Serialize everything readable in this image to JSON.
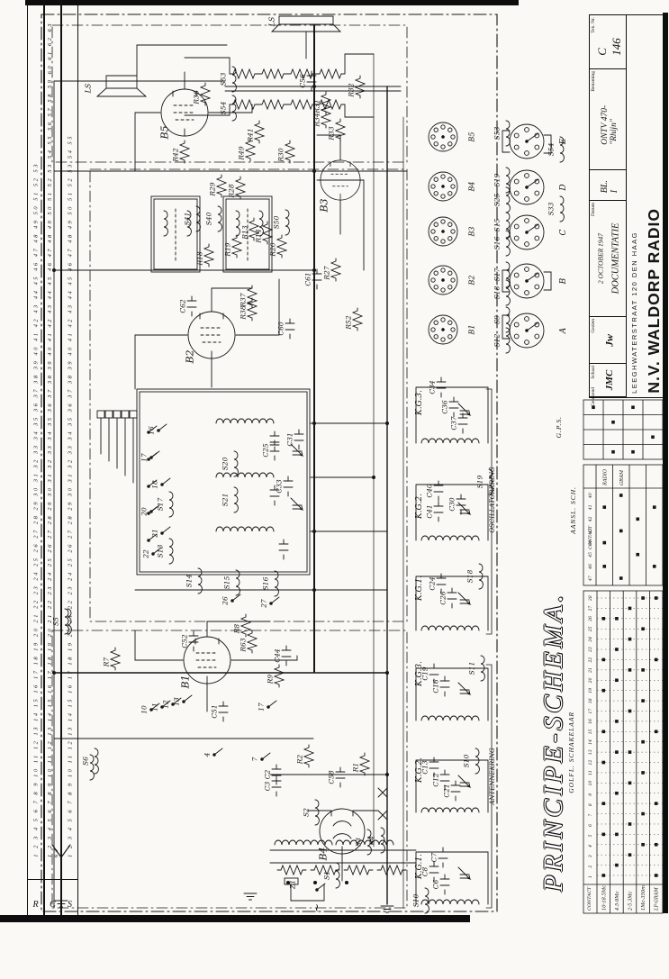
{
  "titleblock": {
    "company": "N.V. WALDORP RADIO",
    "address": "LEEGHWATERSTRAAT 120  DEN HAAG",
    "teknr_label": "Tek. Nr.",
    "teknr_value": "C 146",
    "benaming_label": "Benaming",
    "benaming_value": "ONTV 470-\"Rhijn\"",
    "blad": "BL. I",
    "datum_label": "Datum",
    "datum_value": "2 OCTOBER 1947",
    "doc_type": "DOCUMENTATIE",
    "gezien_label": "Gezien",
    "gezien_value": "Jw",
    "getekend_label": "Getekend",
    "getekend_value": "JMC",
    "schaal_label": "Schaal"
  },
  "drawing_title": "PRINCIPE-SCHEMA.",
  "sections": {
    "oscillator": "OSCILLATORKRING",
    "antenna": "ANTENNEKRING"
  },
  "index_strip": {
    "rows": [
      [
        "R",
        "1 2 3  4  5 6 7  8 9  10 11  12 13 14  15 16 17  18 19 20 21 22  23 24 25 26 27  28 29 30 31 32 33  34 35 36  37 38 39 40  41 42  43 44 45  46 47 48  49 50 51 52 53"
      ],
      [
        "C",
        "1 2 3 4 5  6 7 8 9 10 11  12 13 14  15 16 17 18  19 20 21 22 23 24  25 26 27 28 29 30 31 32 33  34 35 36 37 38 39 40  41 42 43 44 45 46  47 48 49 50 51 52 53  54 55 56 57 58  59 60 61 62 63 64"
      ],
      [
        "S",
        "1 2 3 4 5  6 7 8  9 10 11 12  13 14 15 16 17  18 19 20 21  22 23 24 25  26 27 28 29 30  31 32 33  34 35 36 37 38  39 40 41 42  43 44 45 46 47 48 49 50  51 52 53 54 55"
      ]
    ]
  },
  "tables": {
    "gps": {
      "title": "G.P.S.",
      "cols": 4,
      "rows": 4,
      "dots": [
        [
          1,
          1
        ],
        [
          2,
          2
        ],
        [
          3,
          1
        ],
        [
          2,
          4
        ],
        [
          4,
          3
        ],
        [
          3,
          4
        ]
      ]
    },
    "aansl": {
      "title": "AANSL. SCH.",
      "contact": "CONTACT",
      "n_contacts": 8,
      "cols": [
        [
          "RADIO",
          [
            2,
            5,
            7
          ]
        ],
        [
          "GRAM",
          [
            1,
            4,
            8
          ]
        ],
        [
          "",
          [
            3,
            6
          ]
        ],
        [
          "",
          [
            2,
            7
          ]
        ]
      ]
    },
    "golf": {
      "title": "GOLFL. SCHAKELAAR",
      "contact": "CONTACT",
      "n_contacts": 28,
      "bands": [
        [
          "10-18.5Mc",
          [
            1,
            5,
            8,
            12,
            15,
            19,
            22,
            26
          ]
        ],
        [
          "4.5-9Mc",
          [
            2,
            5,
            9,
            13,
            16,
            20,
            23,
            26
          ]
        ],
        [
          "2-5.3Mc",
          [
            3,
            6,
            10,
            13,
            17,
            21,
            24,
            27
          ]
        ],
        [
          "1Mc-350m",
          [
            4,
            7,
            11,
            14,
            18,
            21,
            25,
            28
          ]
        ],
        [
          "LF-GRAM",
          [
            1,
            4,
            8,
            15,
            22,
            28
          ]
        ]
      ]
    }
  },
  "labels": [
    [
      "B5",
      183,
      147,
      11
    ],
    [
      "B3",
      360,
      228,
      11
    ],
    [
      "B2",
      211,
      396,
      11
    ],
    [
      "B1",
      206,
      757,
      11
    ],
    [
      "B4",
      359,
      948,
      11
    ],
    [
      "LS",
      98,
      98,
      8
    ],
    [
      "LS",
      302,
      24,
      8
    ],
    [
      "S53",
      248,
      88
    ],
    [
      "S54",
      248,
      120
    ],
    [
      "C56",
      336,
      90
    ],
    [
      "R36",
      218,
      108
    ],
    [
      "R41",
      278,
      150
    ],
    [
      "R49",
      268,
      170
    ],
    [
      "R42",
      195,
      172
    ],
    [
      "R30",
      312,
      172
    ],
    [
      "R34",
      352,
      133
    ],
    [
      "R33",
      368,
      148
    ],
    [
      "R32",
      390,
      100
    ],
    [
      "R31",
      352,
      118
    ],
    [
      "R27",
      363,
      303
    ],
    [
      "R28",
      257,
      212
    ],
    [
      "R29",
      236,
      210
    ],
    [
      "R13",
      272,
      258
    ],
    [
      "R14",
      287,
      262
    ],
    [
      "R19",
      253,
      277
    ],
    [
      "R20",
      303,
      277
    ],
    [
      "R18",
      222,
      287
    ],
    [
      "C61",
      342,
      310
    ],
    [
      "C62",
      203,
      340
    ],
    [
      "R37",
      270,
      333
    ],
    [
      "R38",
      270,
      347
    ],
    [
      "C60",
      312,
      365
    ],
    [
      "R52",
      387,
      358
    ],
    [
      "S50",
      307,
      247
    ],
    [
      "S41",
      208,
      243
    ],
    [
      "S40",
      232,
      243
    ],
    [
      "16",
      168,
      478
    ],
    [
      "17",
      160,
      508
    ],
    [
      "18",
      172,
      538
    ],
    [
      "20",
      160,
      568
    ],
    [
      "21",
      172,
      592
    ],
    [
      "22",
      162,
      615
    ],
    [
      "S13",
      178,
      612
    ],
    [
      "S17",
      178,
      560
    ],
    [
      "S20",
      250,
      515
    ],
    [
      "S21",
      250,
      555
    ],
    [
      "C25",
      295,
      500
    ],
    [
      "C31",
      322,
      488
    ],
    [
      "C33",
      310,
      540
    ],
    [
      "S14",
      210,
      645
    ],
    [
      "S15",
      252,
      647
    ],
    [
      "S16",
      295,
      648
    ],
    [
      "26",
      250,
      667
    ],
    [
      "27",
      293,
      670
    ],
    [
      "R7",
      118,
      735
    ],
    [
      "R8",
      263,
      698
    ],
    [
      "R63",
      270,
      716
    ],
    [
      "C44",
      308,
      728
    ],
    [
      "R9",
      300,
      754
    ],
    [
      "C51",
      238,
      790
    ],
    [
      "C52",
      205,
      712
    ],
    [
      "10",
      160,
      788
    ],
    [
      "11",
      172,
      785
    ],
    [
      "12",
      184,
      782
    ],
    [
      "13",
      196,
      779
    ],
    [
      "17",
      290,
      785
    ],
    [
      "4",
      230,
      838
    ],
    [
      "7",
      283,
      843
    ],
    [
      "S5",
      62,
      690
    ],
    [
      "S6",
      95,
      845
    ],
    [
      "R2",
      333,
      843
    ],
    [
      "R1",
      395,
      852
    ],
    [
      "C2",
      297,
      860
    ],
    [
      "C3",
      297,
      873
    ],
    [
      "C58",
      368,
      863
    ],
    [
      "S2",
      340,
      902
    ],
    [
      "S3",
      398,
      935
    ],
    [
      "S4",
      413,
      933
    ],
    [
      "S1",
      363,
      972
    ],
    [
      "Z1",
      325,
      982
    ],
    [
      "~",
      352,
      1008,
      12
    ],
    [
      "B5",
      524,
      152,
      8
    ],
    [
      "B4",
      524,
      207,
      8
    ],
    [
      "B3",
      524,
      257,
      8
    ],
    [
      "B2",
      524,
      311,
      8
    ],
    [
      "B1",
      524,
      366,
      8
    ],
    [
      "E",
      626,
      157,
      9
    ],
    [
      "D",
      626,
      208,
      9
    ],
    [
      "C",
      626,
      258,
      9
    ],
    [
      "B",
      626,
      312,
      9
    ],
    [
      "A",
      626,
      367,
      9
    ],
    [
      "S53",
      552,
      148
    ],
    [
      "S54",
      612,
      166
    ],
    [
      "S19",
      552,
      200
    ],
    [
      "S25",
      552,
      222
    ],
    [
      "S33",
      612,
      232
    ],
    [
      "S15",
      552,
      250
    ],
    [
      "S16",
      552,
      270
    ],
    [
      "S17",
      552,
      305
    ],
    [
      "S18",
      552,
      325
    ],
    [
      "S9",
      552,
      355
    ],
    [
      "S12",
      552,
      378
    ],
    [
      "K.G.3.",
      466,
      447,
      9
    ],
    [
      "K.G.2.",
      466,
      562,
      9
    ],
    [
      "K.G.1.",
      466,
      653,
      9
    ],
    [
      "K.G.3.",
      466,
      748,
      9
    ],
    [
      "K.G.2.",
      466,
      855,
      9
    ],
    [
      "K.G.1.",
      466,
      962,
      9
    ],
    [
      "C34",
      480,
      430
    ],
    [
      "C36",
      494,
      452
    ],
    [
      "C37",
      504,
      470
    ],
    [
      "C40",
      477,
      545
    ],
    [
      "C41",
      477,
      568
    ],
    [
      "C30",
      502,
      560
    ],
    [
      "S19",
      533,
      535
    ],
    [
      "C24",
      480,
      648
    ],
    [
      "C26",
      492,
      664
    ],
    [
      "S18",
      522,
      640
    ],
    [
      "C19",
      472,
      748
    ],
    [
      "C16",
      484,
      762
    ],
    [
      "S11",
      524,
      742
    ],
    [
      "C13",
      472,
      852
    ],
    [
      "C12",
      484,
      866
    ],
    [
      "C21",
      496,
      878
    ],
    [
      "S10",
      518,
      845
    ],
    [
      "C7",
      482,
      952
    ],
    [
      "C8",
      472,
      968
    ],
    [
      "C6",
      484,
      982
    ],
    [
      "S10",
      462,
      1000
    ],
    [
      "OSCILLATORKRING",
      547,
      555,
      7
    ],
    [
      "ANTENNEKRING",
      547,
      862,
      7
    ]
  ]
}
